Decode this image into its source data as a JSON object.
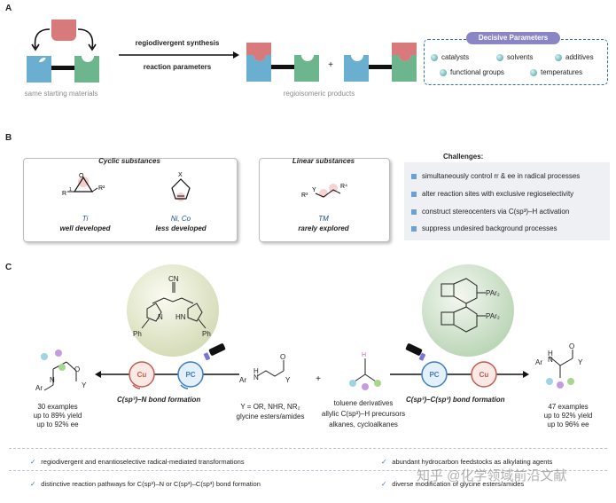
{
  "panel_a": {
    "letter": "A",
    "arrow_top": "regiodivergent synthesis",
    "arrow_bottom": "reaction parameters",
    "left_caption": "same starting materials",
    "right_caption": "regioisomeric products",
    "plus": "+",
    "decisive_title": "Decisive Parameters",
    "params": [
      "catalysts",
      "solvents",
      "additives",
      "functional groups",
      "temperatures"
    ]
  },
  "panel_b": {
    "letter": "B",
    "cyclic_title": "Cyclic substances",
    "cyclic_left_metal": "Ti",
    "cyclic_left_status": "well developed",
    "cyclic_right_metal": "Ni, Co",
    "cyclic_right_status": "less developed",
    "linear_title": "Linear substances",
    "linear_metal": "TM",
    "linear_status": "rarely explored",
    "challenges_title": "Challenges:",
    "challenges": [
      "simultaneously control rr & ee in radical processes",
      "alter reaction sites with exclusive regioselectivity",
      "construct stereocenters via C(sp³)–H activation",
      "suppress undesired background processes"
    ]
  },
  "panel_c": {
    "letter": "C",
    "left_bond": "C(sp³)–N bond formation",
    "right_bond": "C(sp³)–C(sp³) bond formation",
    "cu": "Cu",
    "pc": "PC",
    "y_def": "Y = OR, NHR, NR₂",
    "glycine": "glycine esters/amides",
    "plus": "+",
    "toluene_lines": [
      "toluene derivatives",
      "allylic C(sp³)–H precursors",
      "alkanes, cycloalkanes"
    ],
    "left_stats": [
      "30 examples",
      "up to 89% yield",
      "up to 92% ee"
    ],
    "right_stats": [
      "47 examples",
      "up to 92% yield",
      "up to 96% ee"
    ],
    "ligand_left": {
      "cn": "CN",
      "ph1": "Ph",
      "ph2": "Ph",
      "hn": "HN",
      "n": "N"
    },
    "ligand_right": {
      "par1": "PAr₂",
      "par2": "PAr₂"
    },
    "mol_labels": {
      "ar": "Ar",
      "n": "N",
      "h": "H",
      "o": "O",
      "y": "Y"
    }
  },
  "footer": {
    "left": [
      "regiodivergent and enantioselective radical-mediated transformations",
      "distinctive reaction pathways for C(sp³)–N or C(sp³)–C(sp³) bond formation"
    ],
    "right": [
      "abundant hydrocarbon feedstocks as alkylating agents",
      "diverse modification of glycine esters/amides"
    ]
  },
  "watermark": "知乎 @化学领域前沿文献",
  "colors": {
    "teal": "#6aaed0",
    "green": "#6db58d",
    "pink": "#d8797c",
    "accent": "#2b6ea8"
  }
}
